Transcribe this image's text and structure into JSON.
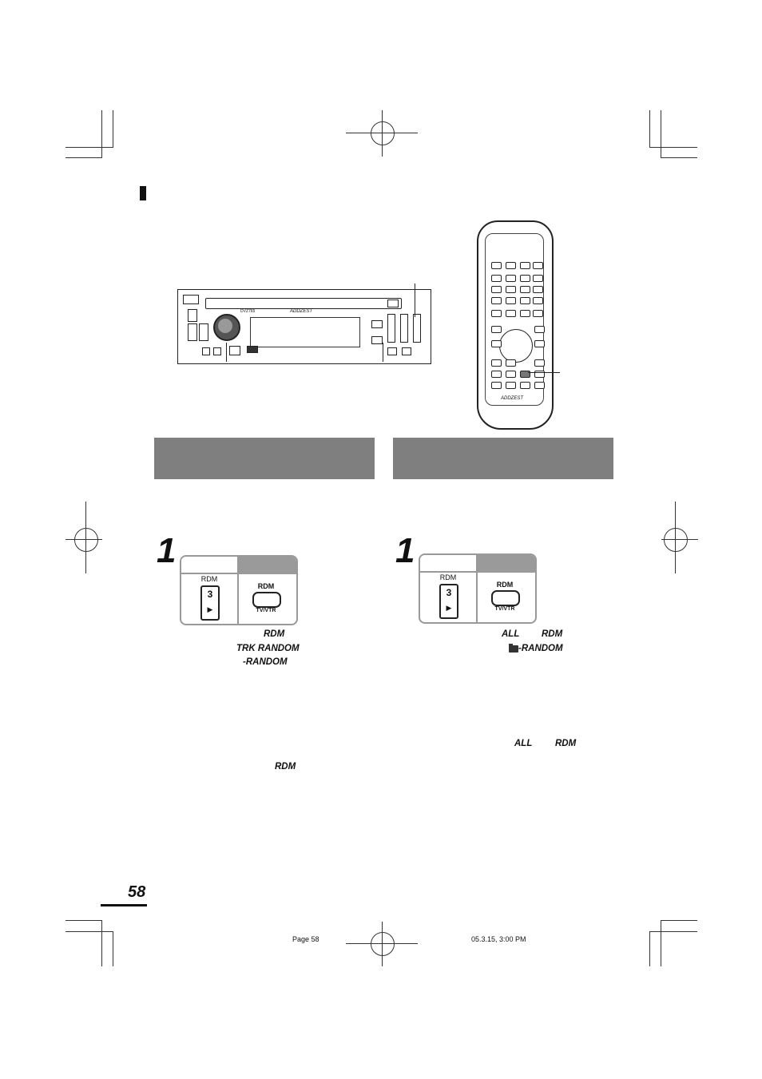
{
  "page_number": "58",
  "left_panel": {
    "step": "1",
    "unit_key_label": "RDM",
    "unit_key_number": "3",
    "unit_key_symbol": "▶",
    "remote_key_label": "RDM",
    "remote_key_sub": "TV/VTR",
    "line1": "RDM",
    "line2": "TRK RANDOM",
    "line3": "-RANDOM",
    "note": "RDM"
  },
  "right_panel": {
    "step": "1",
    "unit_key_label": "RDM",
    "unit_key_number": "3",
    "unit_key_symbol": "▶",
    "remote_key_label": "RDM",
    "remote_key_sub": "TV/VTR",
    "line1_a": "ALL",
    "line1_b": "RDM",
    "line2": "-RANDOM",
    "note_a": "ALL",
    "note_b": "RDM"
  },
  "head_unit": {
    "brand": "ADDZEST",
    "model": "DVZ765"
  },
  "remote": {
    "brand": "ADDZEST"
  },
  "footer": {
    "page_label": "Page 58",
    "timestamp": "05.3.15, 3:00 PM"
  }
}
